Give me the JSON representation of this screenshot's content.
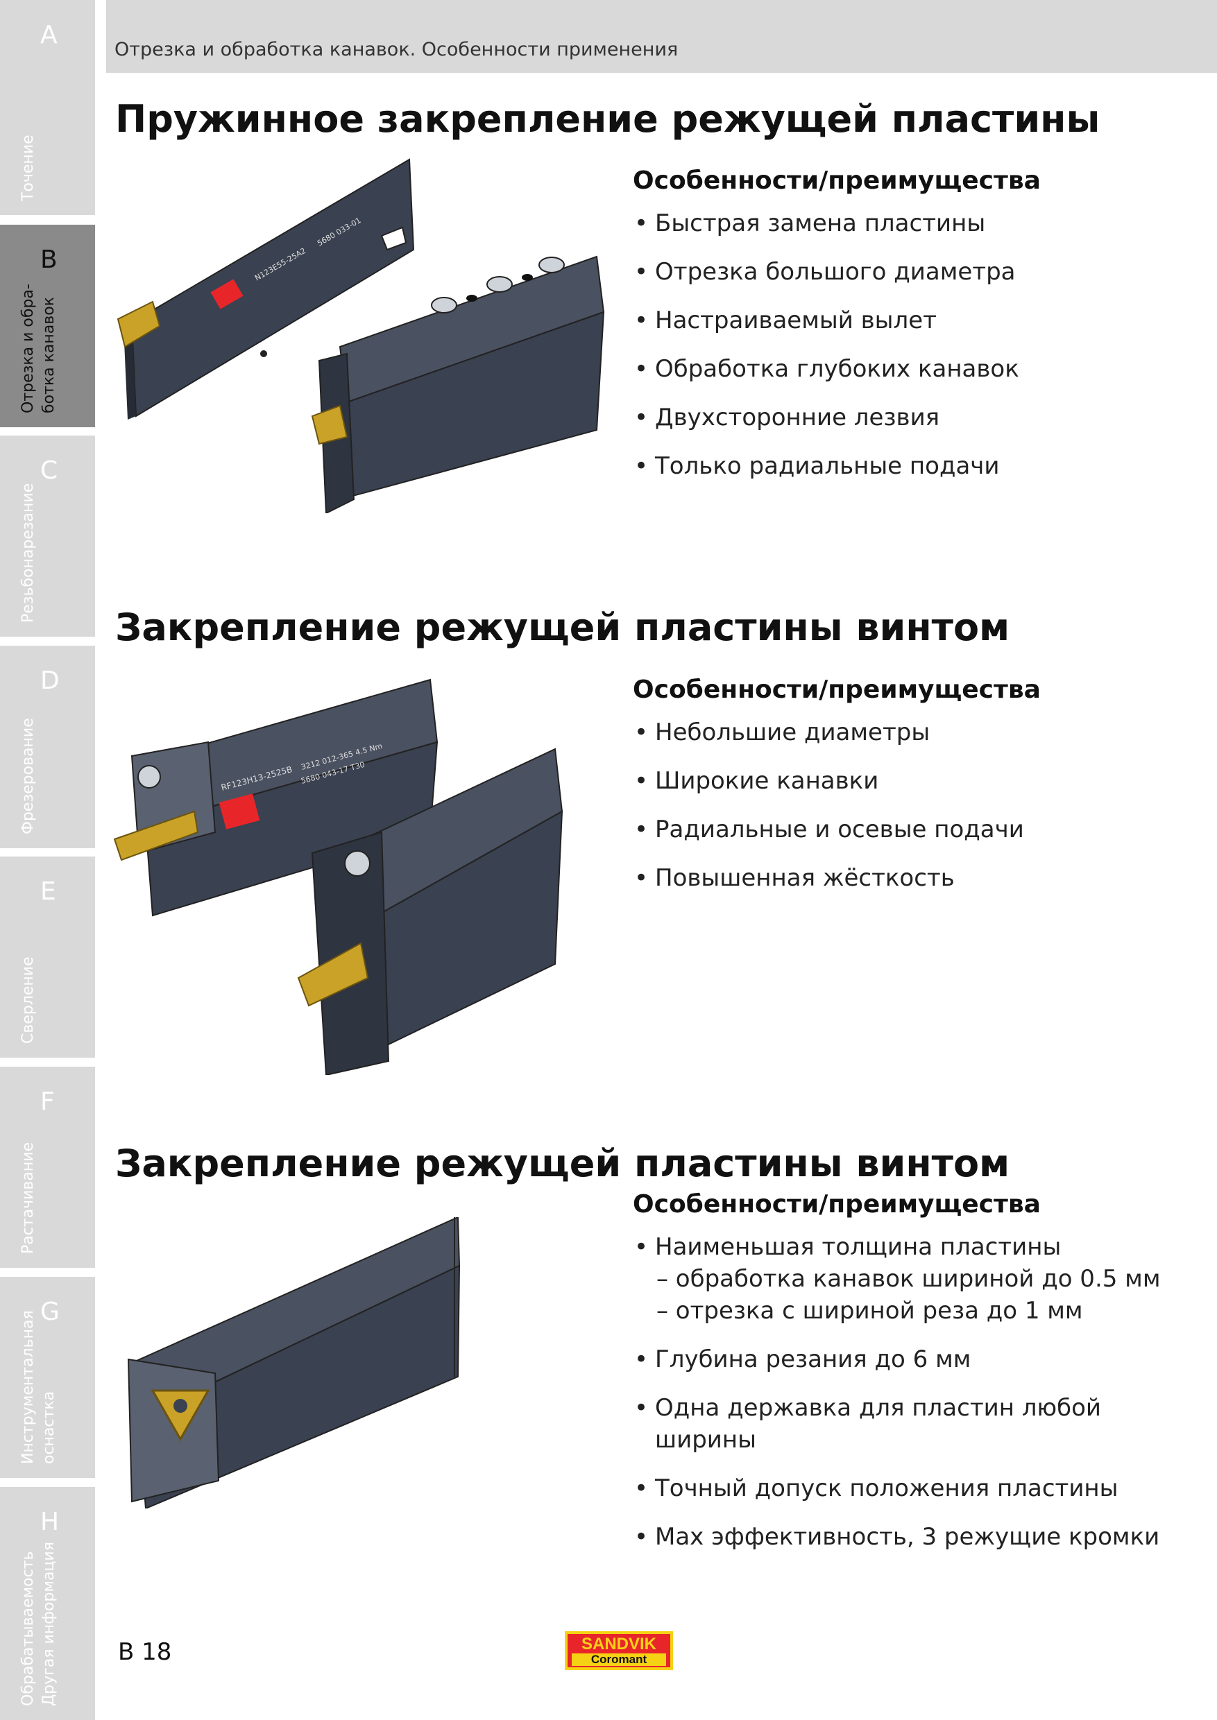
{
  "header": {
    "text": "Отрезка и обработка канавок. Особенности применения"
  },
  "sidebar": {
    "tabs": [
      {
        "letter": "A",
        "label1": "Точение",
        "label2": ""
      },
      {
        "letter": "B",
        "label1": "Отрезка и обра-",
        "label2": "ботка канавок"
      },
      {
        "letter": "C",
        "label1": "Резьбонарезание",
        "label2": ""
      },
      {
        "letter": "D",
        "label1": "Фрезерование",
        "label2": ""
      },
      {
        "letter": "E",
        "label1": "Сверление",
        "label2": ""
      },
      {
        "letter": "F",
        "label1": "Растачивание",
        "label2": ""
      },
      {
        "letter": "G",
        "label1": "Инструментальная",
        "label2": "оснастка"
      },
      {
        "letter": "H",
        "label1": "Обрабатываемость",
        "label2": "Другая информация"
      }
    ]
  },
  "sections": [
    {
      "title": "Пружинное закрепление режущей пластины",
      "features_title": "Особенности/преимущества",
      "items": [
        "Быстрая замена пластины",
        "Отрезка большого диаметра",
        "Настраиваемый вылет",
        "Обработка глубоких канавок",
        "Двухсторонние лезвия",
        "Только радиальные подачи"
      ]
    },
    {
      "title": "Закрепление режущей пластины винтом",
      "features_title": "Особенности/преимущества",
      "items": [
        "Небольшие диаметры",
        "Широкие канавки",
        "Радиальные и осевые подачи",
        "Повышенная жёсткость"
      ]
    },
    {
      "title": "Закрепление режущей пластины винтом",
      "features_title": "Особенности/преимущества",
      "items": [
        "Наименьшая толщина пластины",
        "Глубина резания до 6 мм",
        "Одна державка для пластин любой",
        "Точный допуск положения пластины",
        "Max эффективность, 3 режущие кромки"
      ],
      "item1_sub1": "– обработка канавок шириной до 0.5 мм",
      "item1_sub2": "– отрезка с шириной реза до 1 мм",
      "item3_cont": "ширины"
    }
  ],
  "tool_labels": {
    "blade_code": "N123E55-25A2",
    "blade_code2": "5680 033-01",
    "holder_code": "RF123H13-2525B",
    "holder_spec": "3212 012-365 4.5 Nm",
    "holder_spec2": "5680 043-17 T30"
  },
  "footer": {
    "page": "B 18",
    "logo_line1": "SANDVIK",
    "logo_line2": "Coromant"
  },
  "colors": {
    "tab_bg": "#d9d9d9",
    "tab_active": "#8a8a8a",
    "tool_body": "#3a4150",
    "insert": "#c9a227",
    "logo_red": "#e8262a",
    "logo_yellow": "#f6d215"
  }
}
